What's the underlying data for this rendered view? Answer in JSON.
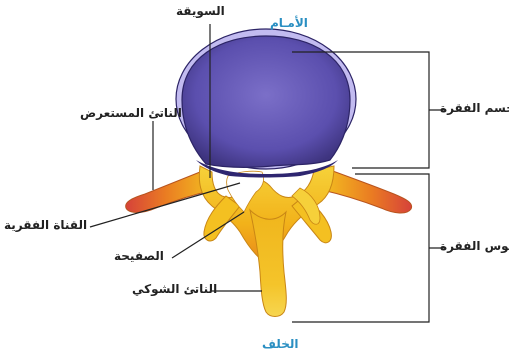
{
  "labels": {
    "anterior": "الأمـام",
    "posterior": "الخلف",
    "pedicle": "السويقة",
    "transverse_process": "الناتئ المستعرض",
    "vertebral_canal": "القناة الفقرية",
    "lamina": "الصفيحة",
    "spinous_process": "الناتئ الشوكي",
    "vertebral_body": "جسم الفقرة",
    "vertebral_arch": "قوس الفقرة"
  },
  "colors": {
    "body_fill": "#6a5fb8",
    "body_rim": "#b7b0ea",
    "arch_yellow": "#f2c418",
    "arch_orange": "#e88a1e",
    "arch_red": "#d9473a",
    "label_blue": "#2a8fc2",
    "line": "#222222"
  }
}
